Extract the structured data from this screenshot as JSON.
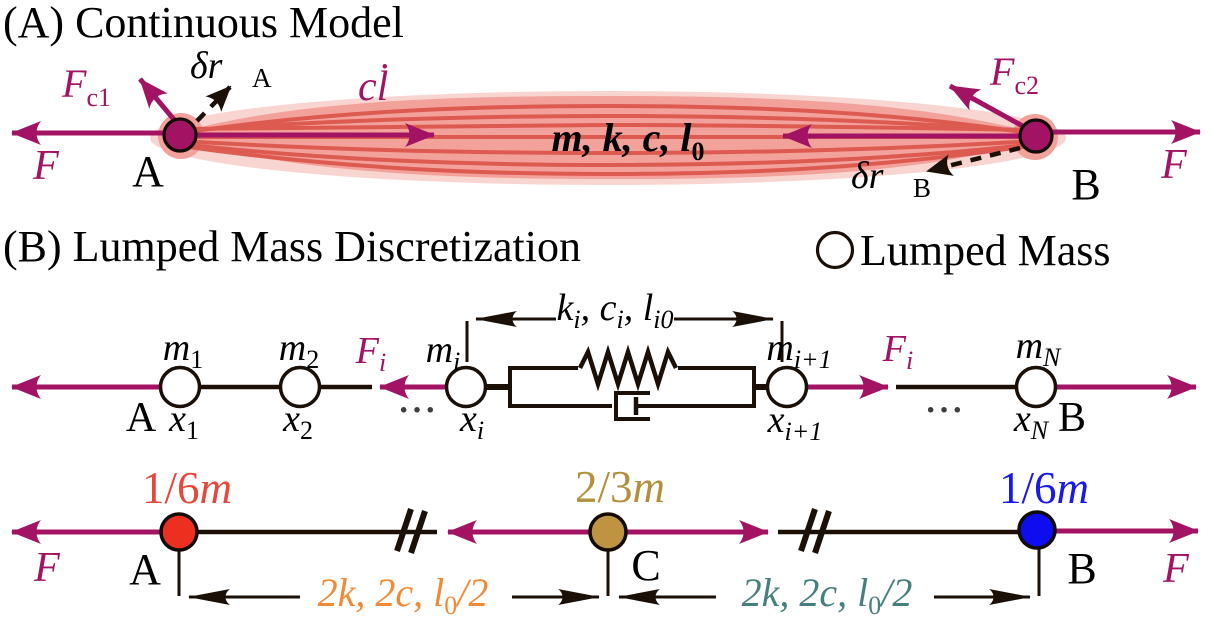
{
  "colors": {
    "magenta": "#A21463",
    "line_black": "#1A1008",
    "text_black": "#000000",
    "muscle_fill": "#F2A29B",
    "muscle_glow": "#F3ACA5",
    "muscle_stripe": "#DC574E",
    "node_fill": "#A21463",
    "mass_white": "#FFFFFF",
    "red_mass": "#EC2F1F",
    "red_label": "#E6493B",
    "gold_mass": "#BE9440",
    "gold_label": "#B3903B",
    "blue_mass": "#0D0DF0",
    "blue_label": "#1A1AE8",
    "orange_label": "#F28A35",
    "teal_label": "#46807E",
    "dots_gray": "#3F3F3F"
  },
  "panelA": {
    "title": "(A) Continuous Model",
    "force_left": "F",
    "force_right": "F",
    "fc1": {
      "base": "F",
      "sub": "c1"
    },
    "fc2": {
      "base": "F",
      "sub": "c2"
    },
    "damping_force": "cl̇",
    "virtual_disp_a": {
      "base": "δr⃗",
      "sub": "A"
    },
    "virtual_disp_b": {
      "base": "δr⃗",
      "sub": "B"
    },
    "muscle_params": {
      "base": "m, k, c, l",
      "sub": "0"
    },
    "endpoint_a": "A",
    "endpoint_b": "B"
  },
  "panelB": {
    "title": "(B) Lumped Mass Discretization",
    "legend": {
      "label": "Lumped Mass"
    },
    "chain": {
      "masses": [
        {
          "base": "m",
          "sub": "1"
        },
        {
          "base": "m",
          "sub": "2"
        },
        {
          "base": "m",
          "sub": "i"
        },
        {
          "base": "m",
          "sub": "i+1"
        },
        {
          "base": "m",
          "sub": "N"
        }
      ],
      "positions": [
        {
          "base": "x",
          "sub": "1"
        },
        {
          "base": "x",
          "sub": "2"
        },
        {
          "base": "x",
          "sub": "i"
        },
        {
          "base": "x",
          "sub": "i+1"
        },
        {
          "base": "x",
          "sub": "N"
        }
      ],
      "endpoint_a": "A",
      "endpoint_b": "B",
      "internal_force_left": {
        "base": "F",
        "sub": "i"
      },
      "internal_force_right": {
        "base": "F",
        "sub": "i"
      },
      "element_params": [
        {
          "base": "k",
          "sub": "i"
        },
        {
          "base": ", c",
          "sub": "i"
        },
        {
          "base": ", l",
          "sub": "i0"
        }
      ],
      "ellipsis_left": "···",
      "ellipsis_right": "···"
    },
    "three_mass": {
      "force_left": "F",
      "force_right": "F",
      "mass_a": {
        "fraction": "1/6",
        "var": "m"
      },
      "mass_c": {
        "fraction": "2/3",
        "var": "m"
      },
      "mass_b": {
        "fraction": "1/6",
        "var": "m"
      },
      "endpoint_a": "A",
      "endpoint_c": "C",
      "endpoint_b": "B",
      "spring_left": {
        "base": "2k, 2c, l",
        "sub": "0",
        "suffix": "/2"
      },
      "spring_right": {
        "base": "2k, 2c, l",
        "sub": "0",
        "suffix": "/2"
      }
    }
  }
}
